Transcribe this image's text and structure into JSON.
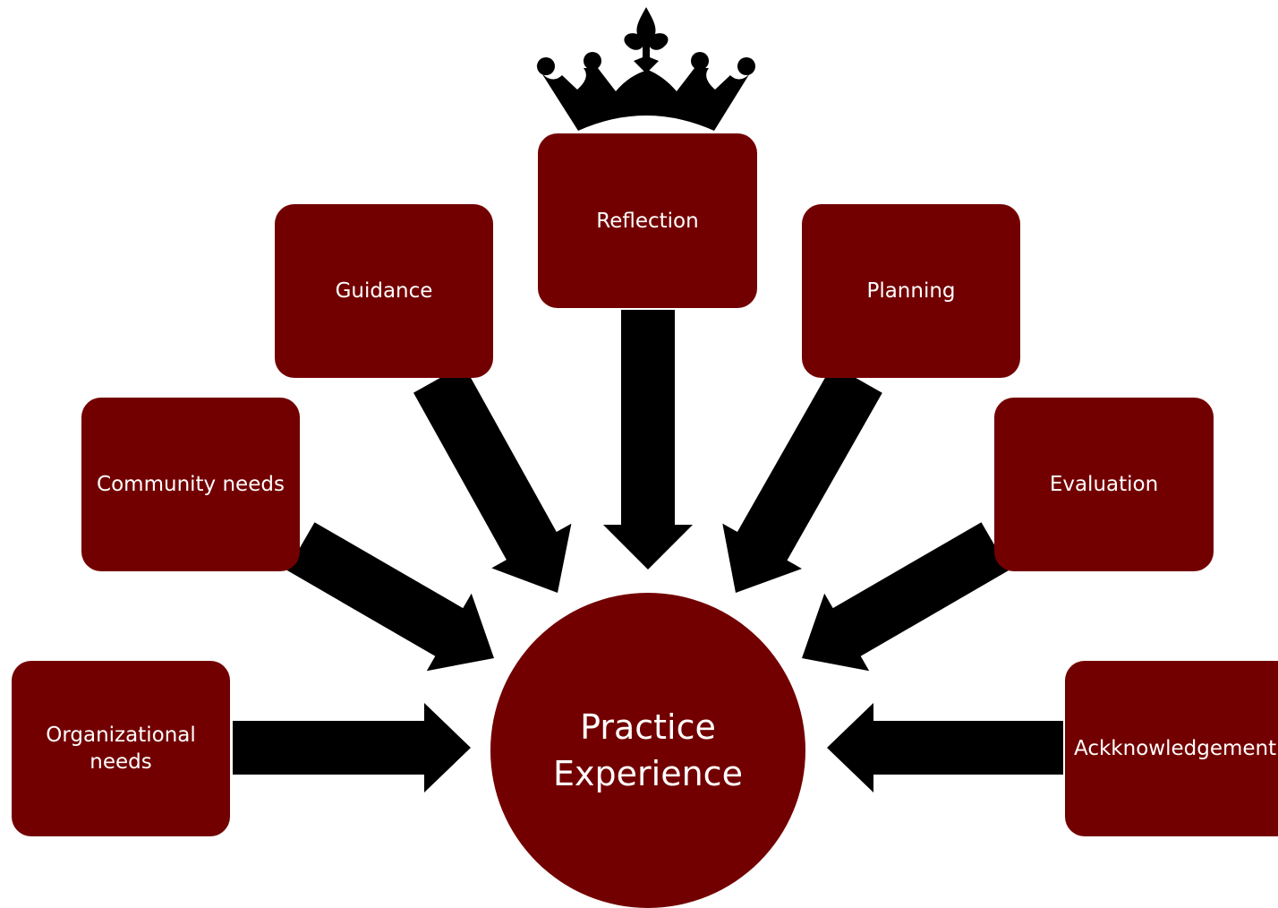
{
  "colors": {
    "node_fill": "#730000",
    "arrow_fill": "#000000",
    "crown_fill": "#000000",
    "background": "#ffffff"
  },
  "icons": {
    "crown": "crown-icon"
  },
  "center": {
    "line1": "Practice",
    "line2": "Experience"
  },
  "nodes": [
    {
      "id": "organizational-needs",
      "line1": "Organizational",
      "line2": "needs"
    },
    {
      "id": "community-needs",
      "line1": "Community needs",
      "line2": ""
    },
    {
      "id": "guidance",
      "line1": "Guidance",
      "line2": ""
    },
    {
      "id": "reflection",
      "line1": "Reflection",
      "line2": ""
    },
    {
      "id": "planning",
      "line1": "Planning",
      "line2": ""
    },
    {
      "id": "evaluation",
      "line1": "Evaluation",
      "line2": ""
    },
    {
      "id": "acknowledgement",
      "line1": "Ackknowledgement",
      "line2": ""
    }
  ]
}
